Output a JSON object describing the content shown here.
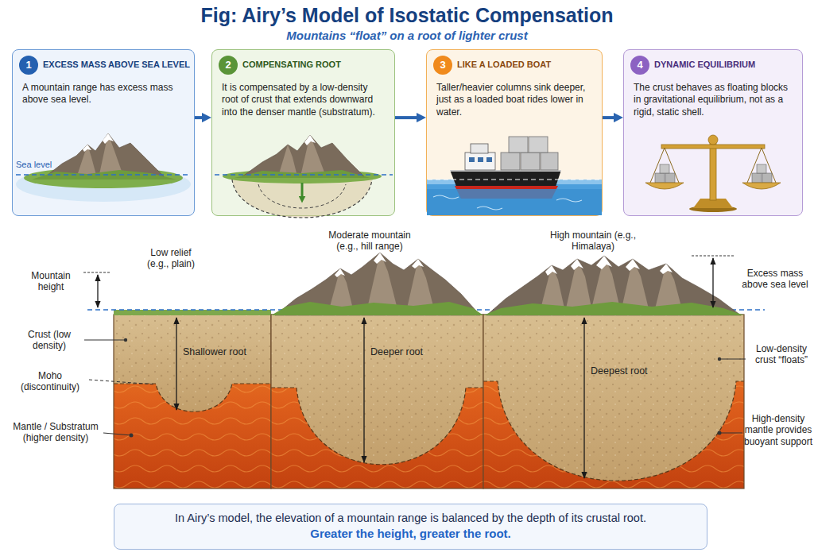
{
  "diagram": {
    "title": "Fig: Airy’s Model of Isostatic Compensation",
    "nodes": [
      {
        "text": [
          "EXCESS MASS ABOVE SEA LEVEL",
          "A mountain range has excess mass above sea level."
        ]
      },
      {
        "text": [
          "1"
        ],
        "in": 0
      },
      {
        "text": [
          "COMPENSATING ROOT",
          "It is compensated by a low-density root of crust that extends downward into the denser mantle (substratum)."
        ]
      },
      {
        "text": [
          "2"
        ],
        "in": 2
      },
      {
        "text": [
          "LIKE A LOADED BOAT",
          "Taller/heavier columns sink deeper, just as a loaded boat rides lower in water."
        ]
      },
      {
        "text": [
          "3"
        ],
        "in": 4
      },
      {
        "text": [
          "DYNAMIC EQUILIBRIUM",
          "The crust behaves as floating blocks in gravitational equilibrium, not as a rigid, static shell."
        ]
      },
      {
        "text": [
          "4"
        ],
        "in": 6
      },
      {
        "text": [
          "In Airy’s model, the elevation of a mountain range is balanced by the depth of its crustal root.",
          "Greater the height, greater the root."
        ]
      }
    ],
    "edges": [
      {
        "from": 0,
        "to": 2,
        "arrow": "to"
      },
      {
        "from": 2,
        "to": 4,
        "arrow": "to"
      },
      {
        "from": 4,
        "to": 6,
        "arrow": "to"
      }
    ],
    "labels": [
      "Mountains “float” on a root of lighter crust",
      "Sea level",
      "Low relief (e.g., plain)",
      "Moderate mountain (e.g., hill range)",
      "High mountain (e.g., Himalaya)",
      "Mountain height",
      "Excess mass above sea level",
      "Crust (low density)",
      "Moho (discontinuity)",
      "Mantle / Substratum (higher density)",
      "Low-density crust “floats”",
      "High-density mantle provides buoyant support",
      "Shallower root",
      "Deeper root",
      "Deepest root"
    ]
  }
}
